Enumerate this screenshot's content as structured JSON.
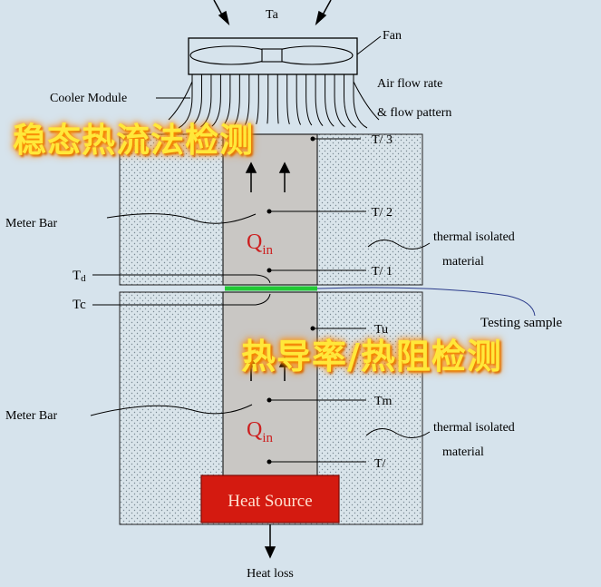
{
  "labels": {
    "ambient": "Ta",
    "fan": "Fan",
    "cooler_module": "Cooler Module",
    "airflow_line1": "Air flow rate",
    "airflow_line2": "& flow pattern",
    "t3": "T/ 3",
    "t2": "T/ 2",
    "t1": "T/ 1",
    "meter_bar_top": "Meter Bar",
    "meter_bar_bottom": "Meter Bar",
    "q_top": "Q",
    "q_top_sub": "in",
    "q_bottom": "Q",
    "q_bottom_sub": "in",
    "insulation_top_line1": "thermal isolated",
    "insulation_top_line2": "material",
    "insulation_bottom_line1": "thermal isolated",
    "insulation_bottom_line2": "material",
    "td": "Td",
    "tc": "Tc",
    "testing_sample": "Testing sample",
    "tu": "Tu",
    "tm": "Tm",
    "tl": "T/",
    "heat_source": "Heat Source",
    "heat_loss": "Heat loss"
  },
  "overlay": {
    "title_1": "稳态热流法检测",
    "title_2": "热导率/热阻检测"
  },
  "colors": {
    "background": "#d6e3ec",
    "meter_bar": "#c9c7c4",
    "heat_source": "#d41a10",
    "sample": "#22c935",
    "q_text": "#cc2020",
    "overlay_text": "#ffe83a",
    "overlay_glow": "#ff8a00"
  }
}
